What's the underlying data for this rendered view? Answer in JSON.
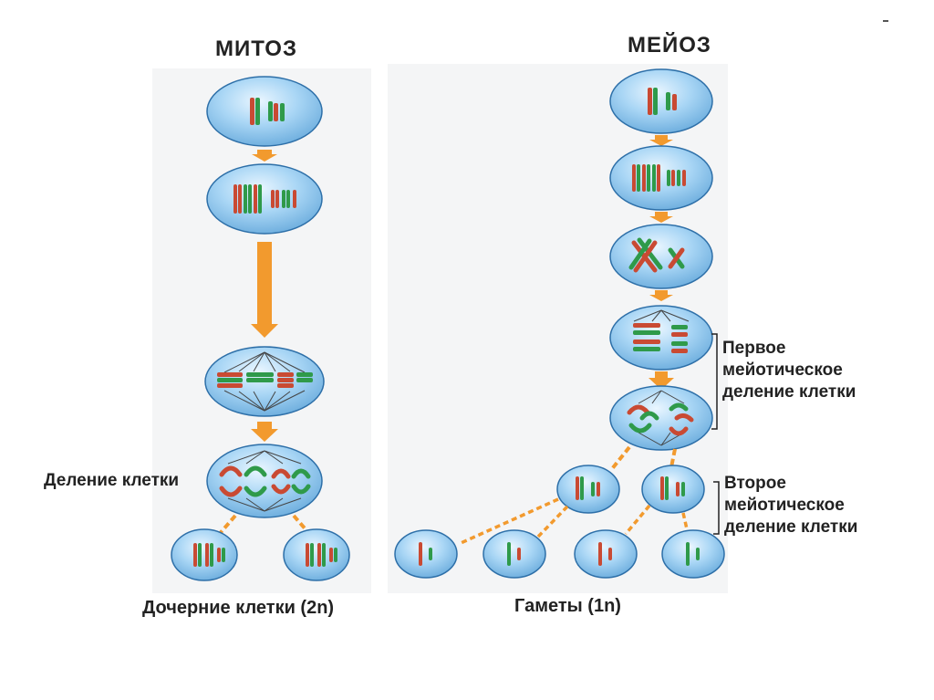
{
  "titles": {
    "mitosis": "МИТОЗ",
    "meiosis": "МЕЙОЗ"
  },
  "labels": {
    "cell_division": "Деление клетки",
    "daughter_cells": "Дочерние клетки (2n)",
    "gametes": "Гаметы (1n)",
    "first_division": [
      "Первое",
      "мейотическое",
      "деление клетки"
    ],
    "second_division": [
      "Второе",
      "мейотическое",
      "деление клетки"
    ]
  },
  "colors": {
    "cell_fill": "#8fc6ec",
    "cell_edge": "#2d6fa8",
    "arrow": "#f29a2e",
    "chromosome_red": "#c94a33",
    "chromosome_green": "#2f9a4a"
  }
}
